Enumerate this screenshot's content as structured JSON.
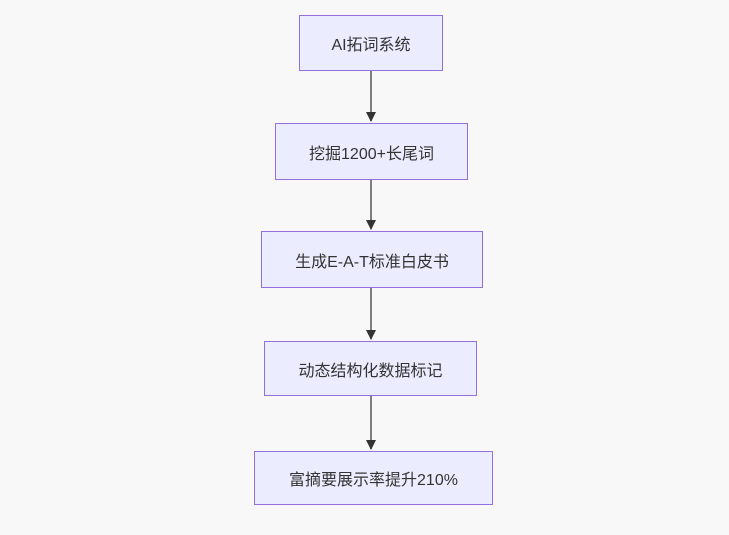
{
  "page": {
    "background_color": "#f8f8f8"
  },
  "flowchart": {
    "type": "flowchart",
    "direction": "top-down",
    "style": {
      "node_fill": "#ECECFF",
      "node_border": "#9370DB",
      "edge_line_color": "#555555",
      "arrowhead_color": "#333333",
      "text_color": "#333333"
    },
    "nodes": [
      {
        "label": "AI拓词系统"
      },
      {
        "label": "挖掘1200+长尾词"
      },
      {
        "label": "生成E-A-T标准白皮书"
      },
      {
        "label": "动态结构化数据标记"
      },
      {
        "label": "富摘要展示率提升210%"
      }
    ],
    "edges": [
      {
        "from": "AI拓词系统",
        "to": "挖掘1200+长尾词"
      },
      {
        "from": "挖掘1200+长尾词",
        "to": "生成E-A-T标准白皮书"
      },
      {
        "from": "生成E-A-T标准白皮书",
        "to": "动态结构化数据标记"
      },
      {
        "from": "动态结构化数据标记",
        "to": "富摘要展示率提升210%"
      }
    ]
  }
}
